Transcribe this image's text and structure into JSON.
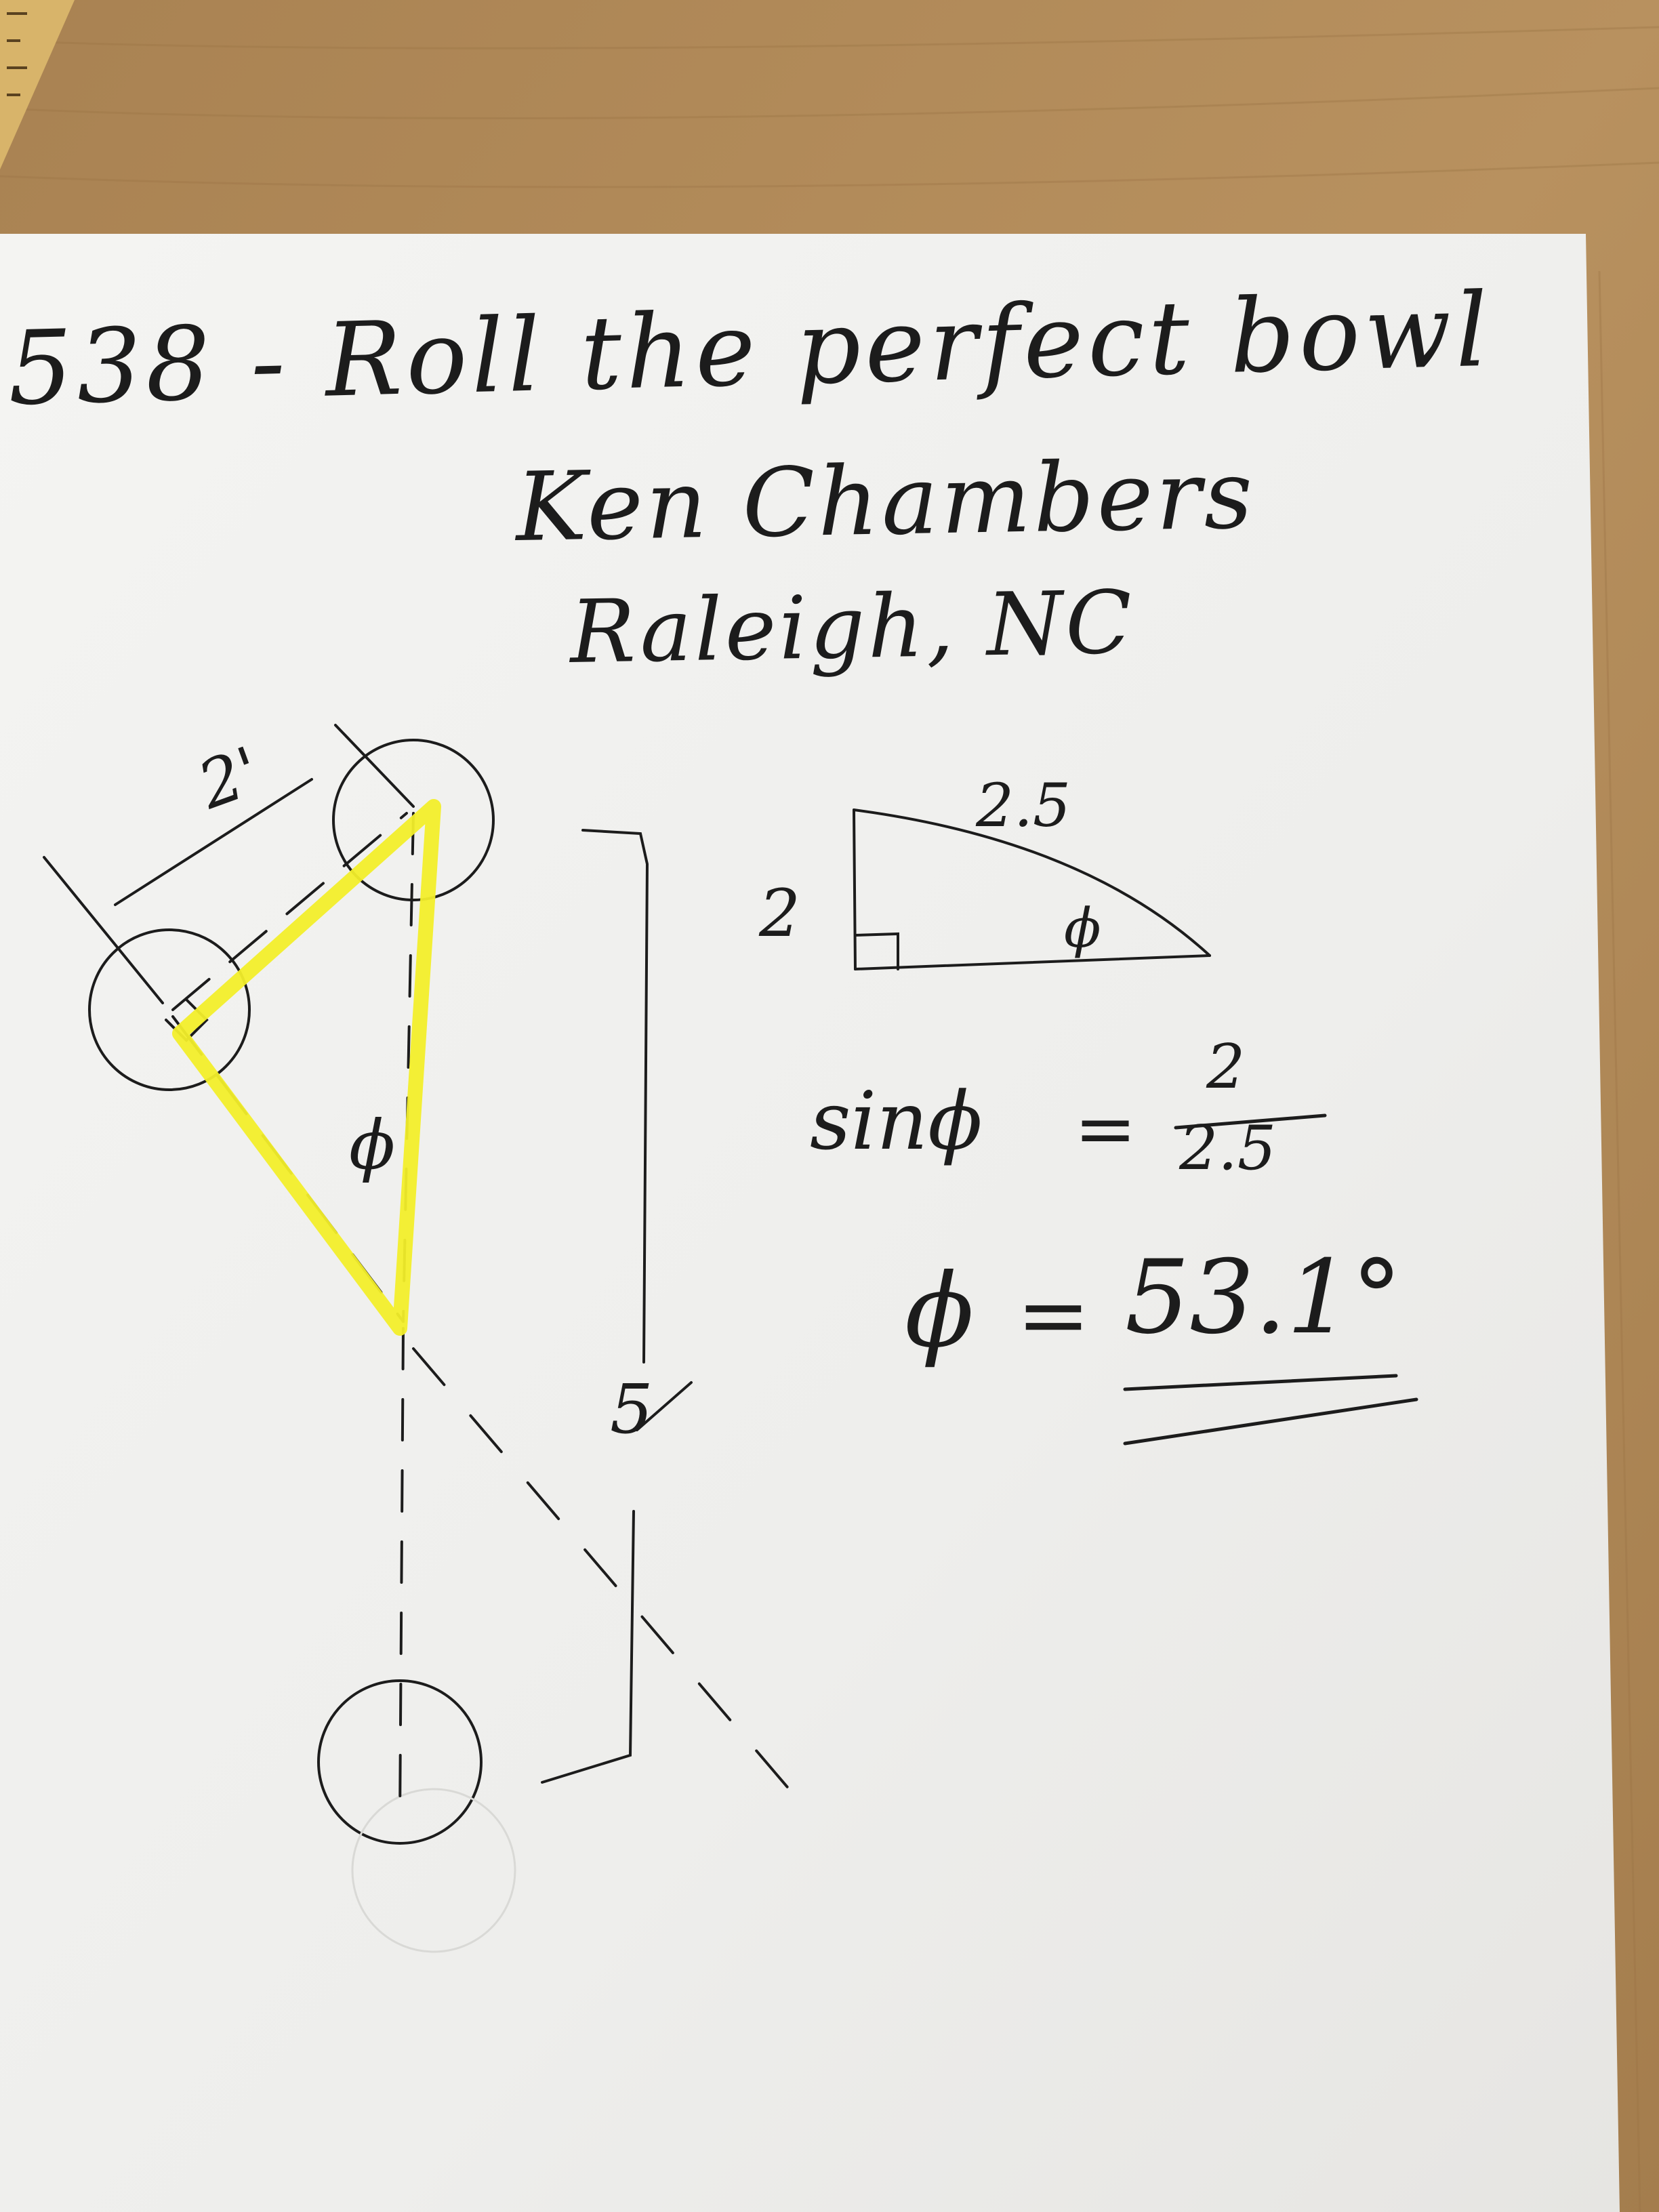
{
  "note": {
    "title": "538 - Roll the perfect bowl",
    "author": "Ken Chambers",
    "location": "Raleigh, NC"
  },
  "diagram": {
    "spacing_label": "2'",
    "angle_symbol": "ϕ",
    "distance_label": "5"
  },
  "triangle": {
    "hypotenuse": "2.5",
    "opposite": "2",
    "angle_symbol": "ϕ"
  },
  "equation": {
    "lhs": "sinϕ",
    "equals": "=",
    "numerator": "2",
    "denominator": "2.5"
  },
  "result": {
    "symbol": "ϕ",
    "equals": "=",
    "value": "53.1°"
  },
  "colors": {
    "table": "#b08a5a",
    "paper": "#f1f1ef",
    "ink": "#1c1c1c",
    "highlight": "#f2ee2a"
  }
}
